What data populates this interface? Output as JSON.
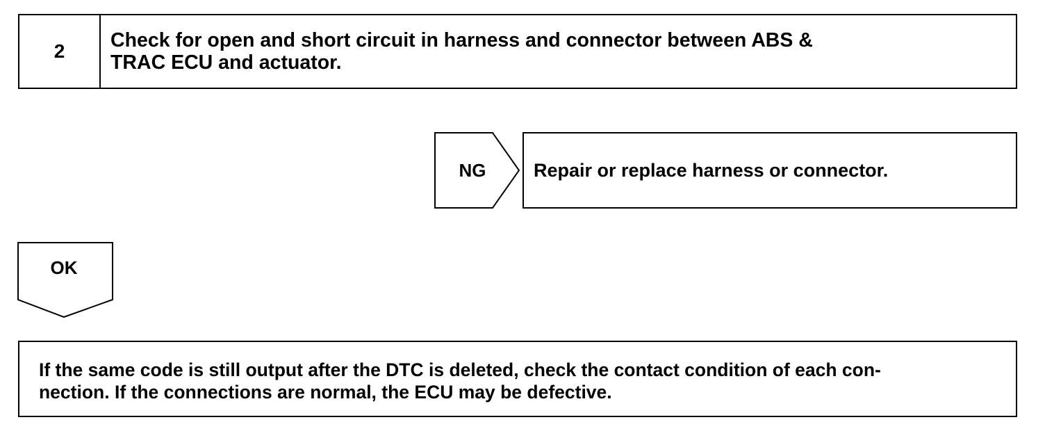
{
  "step": {
    "number": "2",
    "lines": [
      "Check for open and short circuit in harness and connector between ABS &",
      "TRAC ECU and actuator."
    ]
  },
  "ng": {
    "label": "NG",
    "action": "Repair or replace harness or connector."
  },
  "ok": {
    "label": "OK"
  },
  "note": {
    "lines": [
      "If the same code is still output after the DTC is deleted, check the contact condition of each con-",
      "nection. If the connections are normal, the ECU may be defective."
    ]
  }
}
